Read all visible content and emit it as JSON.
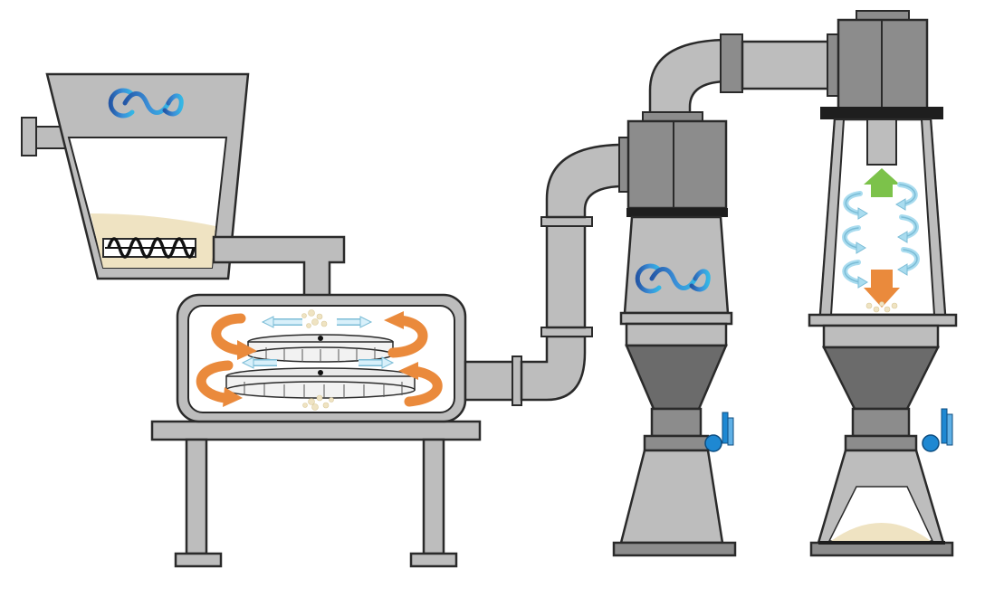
{
  "diagram": {
    "components": [
      {
        "id": "feed-hopper",
        "logo": "cm-logo"
      },
      {
        "id": "screw-feeder"
      },
      {
        "id": "grinding-chamber",
        "discs": 2
      },
      {
        "id": "support-frame"
      },
      {
        "id": "pipe-mill-to-cyclone"
      },
      {
        "id": "cyclone-separator",
        "logo": "cm-logo"
      },
      {
        "id": "pipe-cyclone-to-collector"
      },
      {
        "id": "dust-collector"
      },
      {
        "id": "discharge-valve",
        "count": 2
      },
      {
        "id": "collected-powder"
      }
    ],
    "colors": {
      "steel": "#bdbdbd",
      "steel_dark": "#8c8c8c",
      "steel_darker": "#6b6b6b",
      "outline": "#2a2a2a",
      "powder": "#efe3c2",
      "flow_orange": "#ea8a3c",
      "flow_blue": "#a9dcef",
      "flow_green": "#7cc24a",
      "valve_blue": "#1e88d2",
      "logo_blue": "#2457a6",
      "logo_cyan": "#34b6e4"
    }
  }
}
